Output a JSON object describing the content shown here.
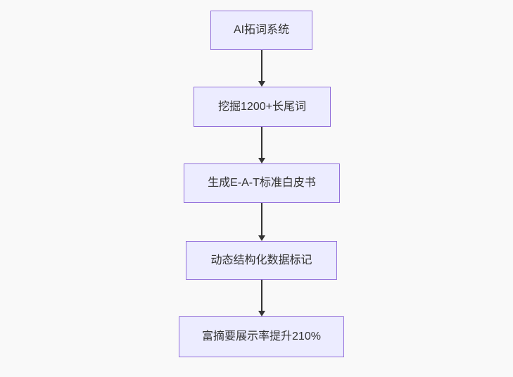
{
  "diagram": {
    "type": "flowchart",
    "direction": "top-down",
    "nodes": [
      {
        "label": "AI拓词系统"
      },
      {
        "label": "挖掘1200+长尾词"
      },
      {
        "label": "生成E-A-T标准白皮书"
      },
      {
        "label": "动态结构化数据标记"
      },
      {
        "label": "富摘要展示率提升210%"
      }
    ],
    "edges": [
      {
        "from": 0,
        "to": 1
      },
      {
        "from": 1,
        "to": 2
      },
      {
        "from": 2,
        "to": 3
      },
      {
        "from": 3,
        "to": 4
      }
    ],
    "colors": {
      "node_fill": "#ECECFF",
      "node_border": "#9370DB",
      "arrow": "#333333",
      "text": "#333333",
      "background": "#f9f9f9"
    }
  }
}
